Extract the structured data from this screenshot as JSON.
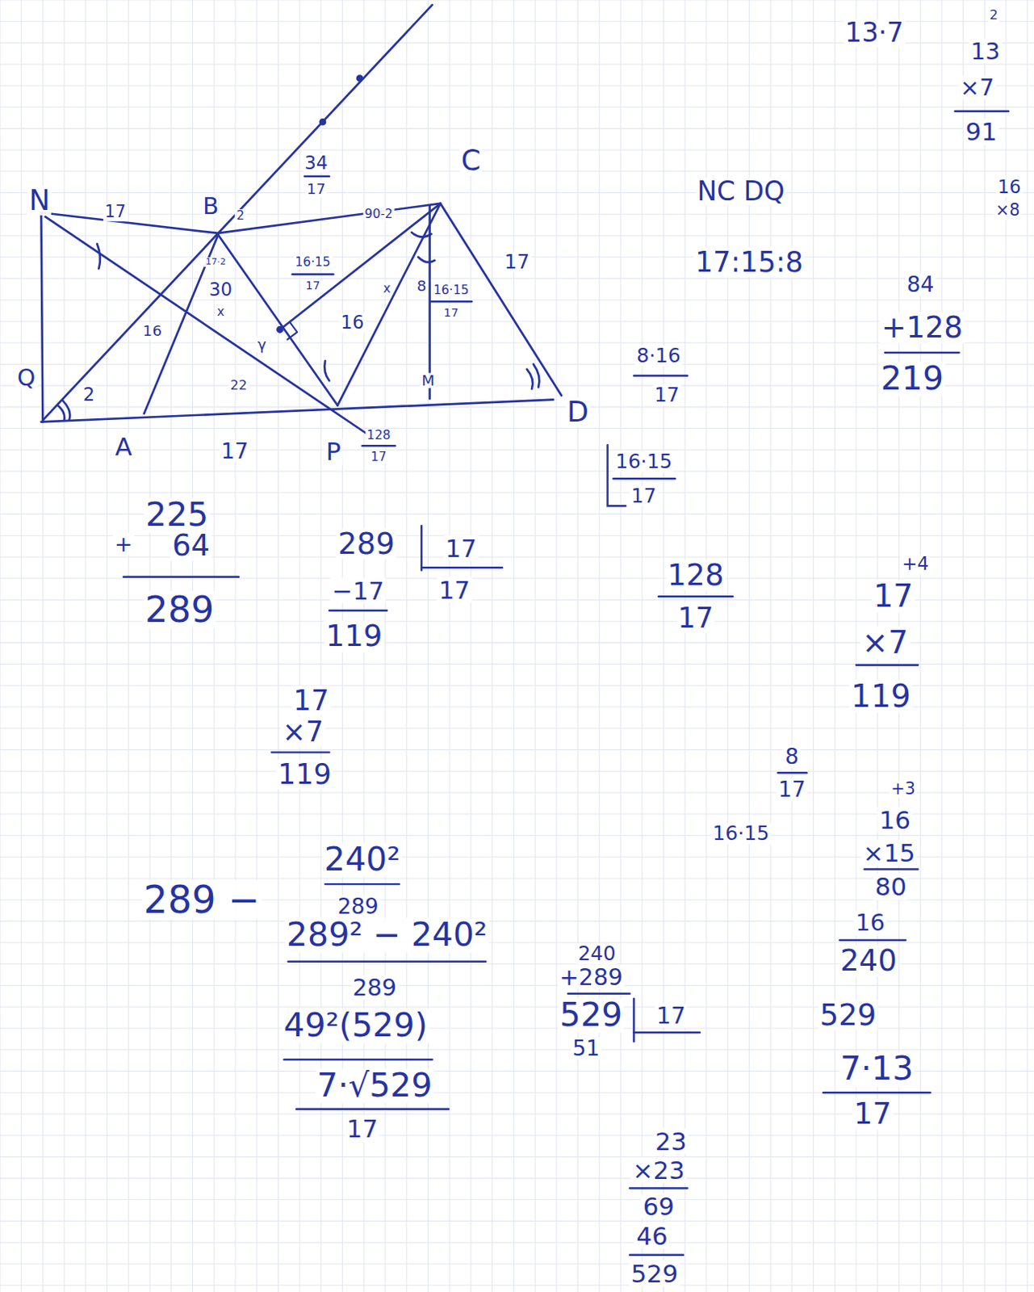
{
  "diagram": {
    "labels": [
      "N",
      "B",
      "2",
      "C",
      "Q",
      "A",
      "P",
      "D",
      "M",
      "17",
      "34",
      "17",
      "90-2",
      "17",
      "16·15",
      "17",
      "16·15",
      "17",
      "16",
      "30",
      "x",
      "17·2",
      "16",
      "x",
      "γ",
      "2",
      "8",
      "17",
      "128",
      "17",
      "22",
      "13·7",
      "2",
      "13",
      "×7",
      "91",
      "16",
      "×8",
      "NC DQ",
      "17:15:8",
      "84",
      "+128",
      "219",
      "8·16",
      "17",
      "16·15",
      "17",
      "225",
      "+",
      "64",
      "289",
      "289",
      "17",
      "−17",
      "17",
      "119",
      "128",
      "17",
      "+4",
      "17",
      "×7",
      "119",
      "17",
      "×7",
      "119",
      "8",
      "17",
      "+3",
      "16",
      "×15",
      "80",
      "16",
      "240",
      "16·15",
      "289 −",
      "240²",
      "289",
      "289² − 240²",
      "289",
      "49²(529)",
      "7·√529",
      "17",
      "240",
      "+289",
      "529",
      "17",
      "51",
      "529",
      "7·13",
      "17",
      "23",
      "×23",
      "69",
      "46",
      "529"
    ]
  }
}
